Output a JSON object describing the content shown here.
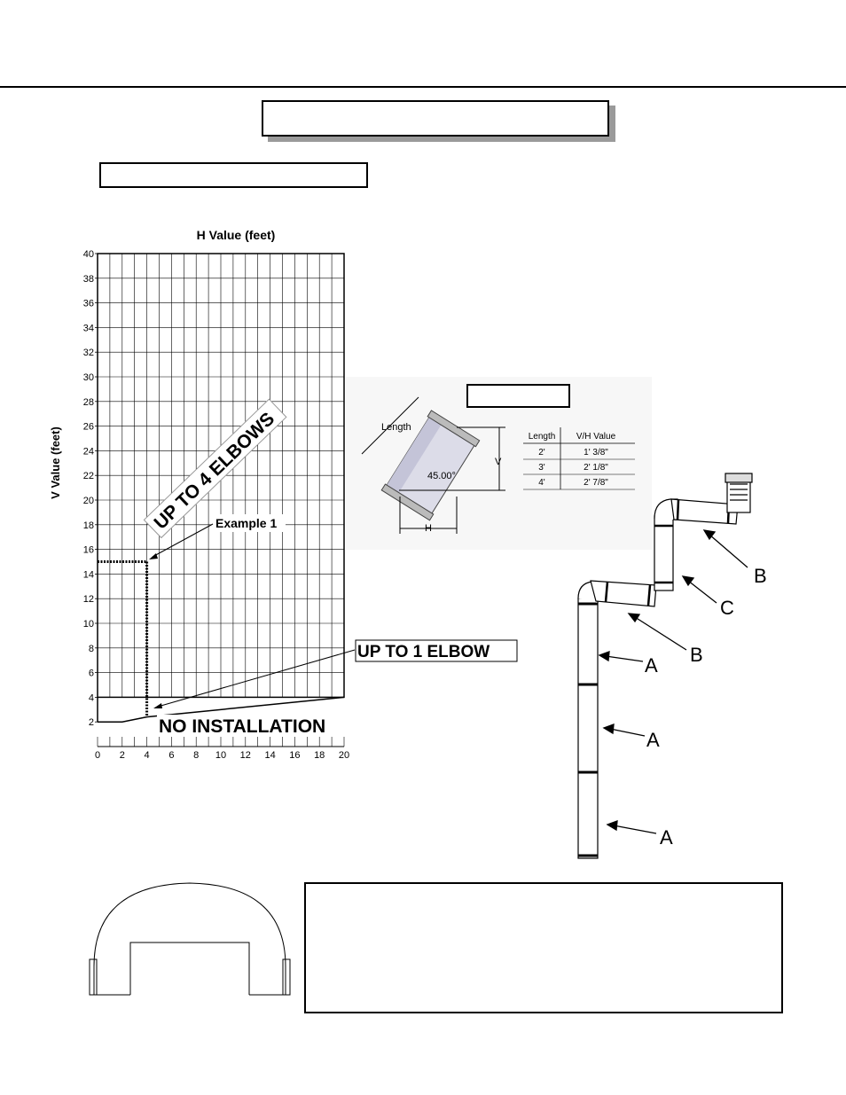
{
  "page": {
    "title_box": "",
    "subtitle_box": "",
    "reference_box": "",
    "note_box": ""
  },
  "chart_data": {
    "type": "area",
    "title": "H Value (feet)",
    "xlabel": "",
    "ylabel": "V Value (feet)",
    "xlim": [
      0,
      20
    ],
    "ylim": [
      0,
      40
    ],
    "x_ticks": [
      0,
      2,
      4,
      6,
      8,
      10,
      12,
      14,
      16,
      18,
      20
    ],
    "y_ticks": [
      2,
      4,
      6,
      8,
      10,
      12,
      14,
      16,
      18,
      20,
      22,
      24,
      26,
      28,
      30,
      32,
      34,
      36,
      38,
      40
    ],
    "grid": true,
    "boundary_line": {
      "x": [
        0,
        2,
        4,
        20
      ],
      "y": [
        2,
        2,
        2.4,
        4
      ]
    },
    "example_1": {
      "x": 4,
      "y": 15
    },
    "annotations": {
      "upper_region": "UP TO 4 ELBOWS",
      "lower_region": "UP TO 1 ELBOW",
      "no_install": "NO INSTALLATION",
      "example": "Example 1"
    }
  },
  "elbow_diagram": {
    "length_label": "Length",
    "angle_label": "45.00°",
    "v_label": "V",
    "h_label": "H",
    "table": {
      "headers": [
        "Length",
        "V/H Value"
      ],
      "rows": [
        [
          "2'",
          "1' 3/8\""
        ],
        [
          "3'",
          "2' 1/8\""
        ],
        [
          "4'",
          "2' 7/8\""
        ]
      ]
    }
  },
  "pipe_diagram": {
    "callouts": [
      "B",
      "C",
      "B",
      "A",
      "A",
      "A"
    ]
  }
}
